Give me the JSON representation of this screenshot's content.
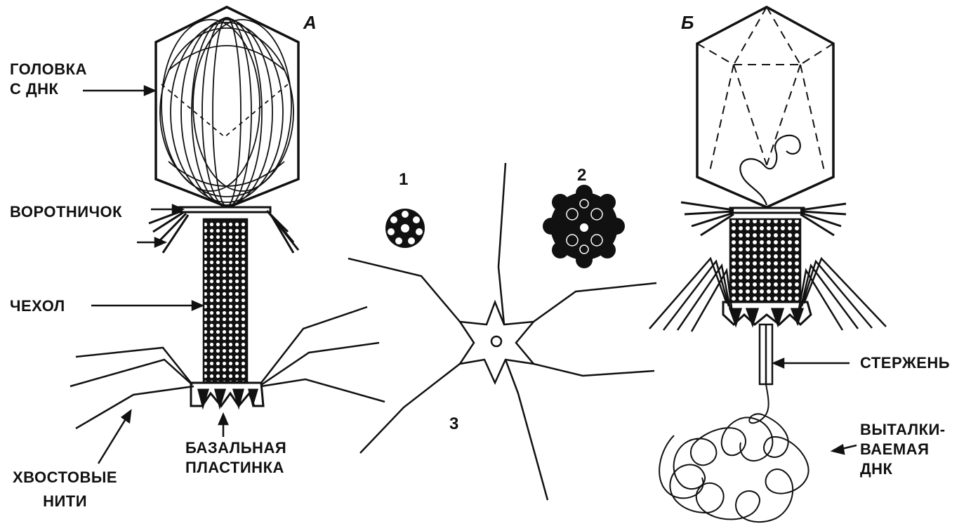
{
  "panel_letters": {
    "a": "А",
    "b": "Б"
  },
  "numbers": {
    "n1": "1",
    "n2": "2",
    "n3": "3"
  },
  "labels": {
    "head_line1": "ГОЛОВКА",
    "head_line2": "С ДНК",
    "collar": "ВОРОТНИЧОК",
    "sheath": "ЧЕХОЛ",
    "tail_fibers_line1": "ХВОСТОВЫЕ",
    "tail_fibers_line2": "НИТИ",
    "baseplate_line1": "БАЗАЛЬНАЯ",
    "baseplate_line2": "ПЛАСТИНКА",
    "core": "СТЕРЖЕНЬ",
    "dna_line1": "ВЫТАЛКИ-",
    "dna_line2": "ВАЕМАЯ",
    "dna_line3": "ДНК"
  },
  "colors": {
    "ink": "#111111",
    "paper": "#ffffff"
  }
}
